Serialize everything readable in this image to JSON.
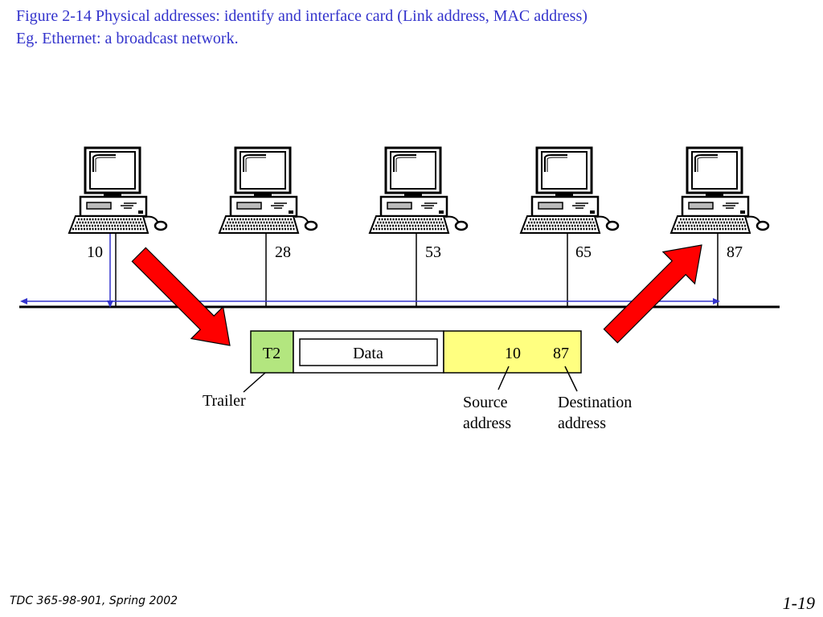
{
  "title": {
    "line1": "Figure  2-14  Physical addresses: identify and interface card (Link address, MAC address)",
    "line2": "Eg. Ethernet: a broadcast network."
  },
  "stations": [
    {
      "address": "10"
    },
    {
      "address": "28"
    },
    {
      "address": "53"
    },
    {
      "address": "65"
    },
    {
      "address": "87"
    }
  ],
  "frame": {
    "trailer_field": "T2",
    "data_field": "Data",
    "source_value": "10",
    "destination_value": "87",
    "trailer_label": "Trailer",
    "source_label_line1": "Source",
    "source_label_line2": "address",
    "destination_label_line1": "Destination",
    "destination_label_line2": "address"
  },
  "colors": {
    "title": "#3333cc",
    "trailer_fill": "#b3e67f",
    "header_fill": "#ffff80",
    "arrow_fill": "#ff0000",
    "signal_line": "#3333cc"
  },
  "footer": {
    "course": "TDC 365-98-901, Spring 2002",
    "page": "1-19"
  }
}
